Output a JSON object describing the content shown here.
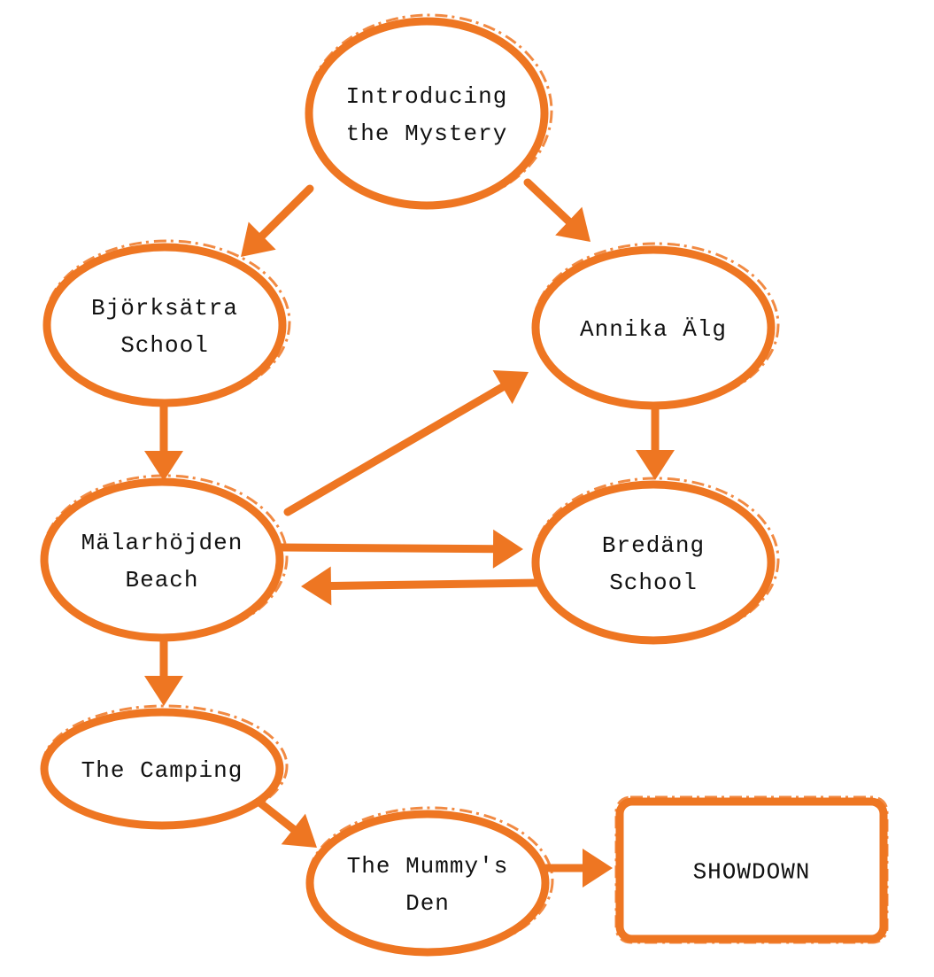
{
  "theme": {
    "accent": "#ee7622",
    "text": "#111111",
    "background": "#ffffff"
  },
  "nodes": [
    {
      "id": "intro",
      "shape": "ellipse",
      "lines": [
        "Introducing",
        "the Mystery"
      ]
    },
    {
      "id": "bjorksatra",
      "shape": "ellipse",
      "lines": [
        "Björksätra",
        "School"
      ]
    },
    {
      "id": "annika",
      "shape": "ellipse",
      "lines": [
        "Annika Älg"
      ]
    },
    {
      "id": "malarhojden",
      "shape": "ellipse",
      "lines": [
        "Mälarhöjden",
        "Beach"
      ]
    },
    {
      "id": "bredang",
      "shape": "ellipse",
      "lines": [
        "Bredäng",
        "School"
      ]
    },
    {
      "id": "camping",
      "shape": "ellipse",
      "lines": [
        "The Camping"
      ]
    },
    {
      "id": "mummy",
      "shape": "ellipse",
      "lines": [
        "The Mummy's",
        "Den"
      ]
    },
    {
      "id": "showdown",
      "shape": "rectangle",
      "lines": [
        "SHOWDOWN"
      ]
    }
  ],
  "edges": [
    {
      "from": "intro",
      "to": "bjorksatra"
    },
    {
      "from": "intro",
      "to": "annika"
    },
    {
      "from": "bjorksatra",
      "to": "malarhojden"
    },
    {
      "from": "annika",
      "to": "bredang"
    },
    {
      "from": "malarhojden",
      "to": "annika"
    },
    {
      "from": "malarhojden",
      "to": "bredang"
    },
    {
      "from": "bredang",
      "to": "malarhojden"
    },
    {
      "from": "malarhojden",
      "to": "camping"
    },
    {
      "from": "camping",
      "to": "mummy"
    },
    {
      "from": "mummy",
      "to": "showdown"
    }
  ]
}
